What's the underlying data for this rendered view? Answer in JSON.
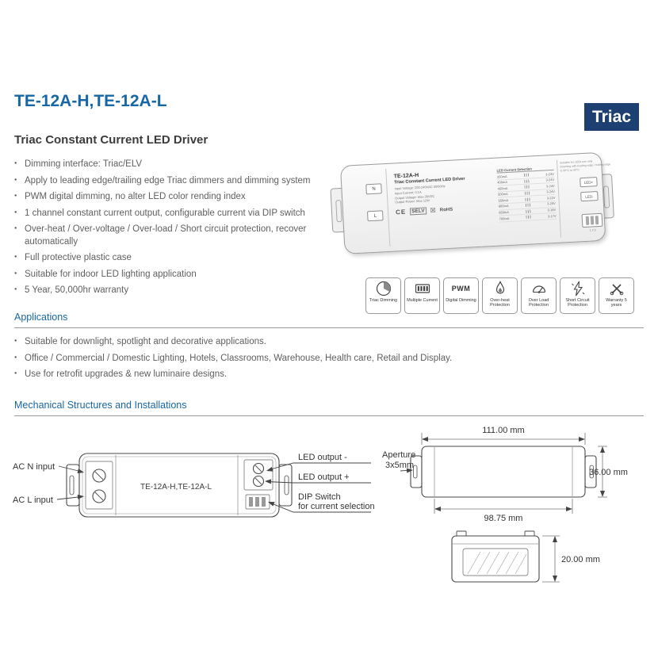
{
  "page": {
    "title": "TE-12A-H,TE-12A-L",
    "badge": "Triac",
    "subtitle": "Triac Constant Current LED Driver"
  },
  "features": [
    "Dimming interface: Triac/ELV",
    "Apply to leading edge/trailing edge Triac dimmers and dimming system",
    "PWM digital dimming, no alter LED color rending index",
    "1 channel constant current output, configurable current via DIP switch",
    "Over-heat / Over-voltage / Over-load / Short circuit protection, recover automatically",
    "Full protective plastic case",
    "Suitable for indoor LED lighting application",
    "5 Year, 50,000hr warranty"
  ],
  "device": {
    "model": "TE-12A-H",
    "name": "Triac Constant Current LED Driver",
    "specs": [
      "Input Voltage: 200-240VAC 50/60Hz",
      "Input Current: 0.1A",
      "Output Voltage: Max 36VDC",
      "Output Power: Max 12W"
    ],
    "marks": {
      "ce": "CE",
      "selv": "SELV",
      "weee": "☒",
      "rohs": "RoHS"
    },
    "notes": [
      "Suitable for LEDs use only",
      "Dimming with leading edge / trailing edge",
      "tc 90°C   ta 50°C"
    ],
    "terminals": {
      "n": "N",
      "l": "L",
      "led_plus": "LED+",
      "led_minus": "LED-"
    },
    "table": {
      "header": "LED Current Selection",
      "rows": [
        {
          "current": "350mA",
          "voltage": "3-24V"
        },
        {
          "current": "400mA",
          "voltage": "3-24V"
        },
        {
          "current": "450mA",
          "voltage": "3-24V"
        },
        {
          "current": "500mA",
          "voltage": "3-24V"
        },
        {
          "current": "550mA",
          "voltage": "3-22V"
        },
        {
          "current": "600mA",
          "voltage": "3-20V"
        },
        {
          "current": "650mA",
          "voltage": "3-18V"
        },
        {
          "current": "700mA",
          "voltage": "3-17V"
        }
      ]
    },
    "dip_numbers": "1 2 3"
  },
  "icons": [
    {
      "label": "Triac Dimming"
    },
    {
      "label": "Multiple Current"
    },
    {
      "label": "Digital Dimming",
      "text": "PWM"
    },
    {
      "label": "Over-heat Protection"
    },
    {
      "label": "Over Load Protection"
    },
    {
      "label": "Short Circuit Protection"
    },
    {
      "label": "Warranty 5 years"
    }
  ],
  "applications": {
    "header": "Applications",
    "items": [
      "Suitable for downlight, spotlight and decorative applications.",
      "Office / Commercial / Domestic Lighting, Hotels, Classrooms, Warehouse, Health care, Retail and Display.",
      "Use for retrofit upgrades & new luminaire designs."
    ]
  },
  "mechanical": {
    "header": "Mechanical Structures and Installations",
    "model_label": "TE-12A-H,TE-12A-L",
    "ac_n": "AC N input",
    "ac_l": "AC L input",
    "led_minus": "LED output -",
    "led_plus": "LED output +",
    "dip_line1": "DIP Switch",
    "dip_line2": "for current selection",
    "aperture_line1": "Aperture",
    "aperture_line2": "3x5mm",
    "dim_width": "111.00 mm",
    "dim_height": "36.00 mm",
    "dim_inner": "98.75 mm",
    "dim_depth": "20.00 mm"
  }
}
